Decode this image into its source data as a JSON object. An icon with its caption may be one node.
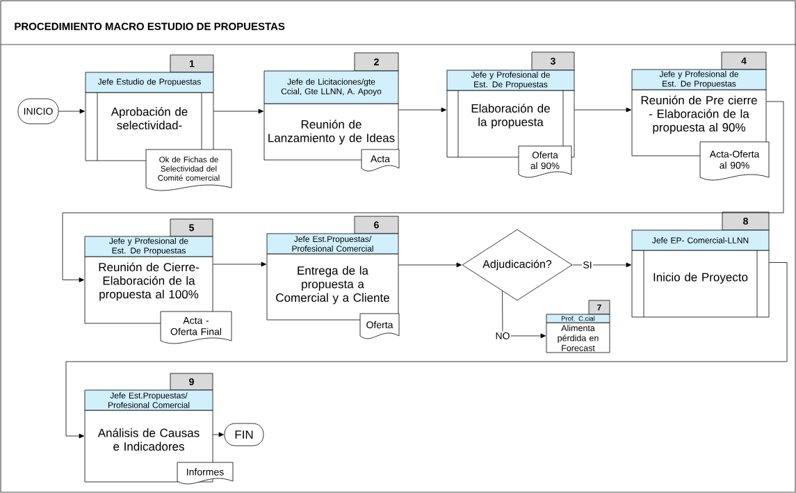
{
  "diagram": {
    "title": "PROCEDIMIENTO MACRO ESTUDIO DE PROPUESTAS",
    "nodes": [
      {
        "text": [
          "INICIO"
        ]
      },
      {
        "text": [
          "1",
          "Jefe Estudio de Propuestas",
          "Aprobación de selectividad-"
        ]
      },
      {
        "text": [
          "Ok de Fichas de Selectividad del Comité comercial"
        ]
      },
      {
        "text": [
          "2",
          "Jefe de Licitaciones/gte Ccial, Gte LLNN, A. Apoyo",
          "Reunión de Lanzamiento  y de Ideas"
        ]
      },
      {
        "text": [
          "Acta"
        ]
      },
      {
        "text": [
          "3",
          "Jefe y Profesional de Est. De Propuestas",
          "Elaboración de la propuesta"
        ]
      },
      {
        "text": [
          "Oferta al 90%"
        ]
      },
      {
        "text": [
          "4",
          "Jefe y Profesional de Est. De Propuestas",
          "Reunión de Pre cierre - Elaboración de la propuesta al 90%"
        ]
      },
      {
        "text": [
          "Acta-Oferta al 90%"
        ]
      },
      {
        "text": [
          "5",
          "Jefe y Profesional de Est. De Propuestas",
          "Reunión de Cierre- Elaboración de la propuesta al 100%"
        ]
      },
      {
        "text": [
          "Acta - Oferta Final"
        ]
      },
      {
        "text": [
          "6",
          "Jefe Est.Propuestas/ Profesional Comercial",
          "Entrega de la propuesta a Comercial y a Cliente"
        ]
      },
      {
        "text": [
          "Oferta"
        ]
      },
      {
        "text": [
          "Adjudicación?"
        ]
      },
      {
        "text": [
          "7",
          "Prof. C.cial",
          "Alimenta pérdida en Forecast"
        ]
      },
      {
        "text": [
          "8",
          "Jefe EP- Comercial-LLNN",
          "Inicio de Proyecto"
        ]
      },
      {
        "text": [
          "9",
          "Jefe Est.Propuestas/ Profesional Comercial",
          "Análisis de Causas e Indicadores"
        ]
      },
      {
        "text": [
          "Informes"
        ]
      },
      {
        "text": [
          "FIN"
        ]
      }
    ],
    "edges": [
      {
        "from": 0,
        "to": 1,
        "arrow": "to"
      },
      {
        "from": 1,
        "to": 3,
        "arrow": "to"
      },
      {
        "from": 3,
        "to": 5,
        "arrow": "to"
      },
      {
        "from": 5,
        "to": 7,
        "arrow": "to"
      },
      {
        "from": 7,
        "to": 9,
        "arrow": "to"
      },
      {
        "from": 9,
        "to": 11,
        "arrow": "to"
      },
      {
        "from": 11,
        "to": 13,
        "arrow": "to"
      },
      {
        "from": 13,
        "to": 15,
        "arrow": "to",
        "label": "SI"
      },
      {
        "from": 13,
        "to": 14,
        "arrow": "to",
        "label": "NO"
      },
      {
        "from": 15,
        "to": 16,
        "arrow": "to"
      },
      {
        "from": 16,
        "to": 18,
        "arrow": "to"
      }
    ]
  }
}
